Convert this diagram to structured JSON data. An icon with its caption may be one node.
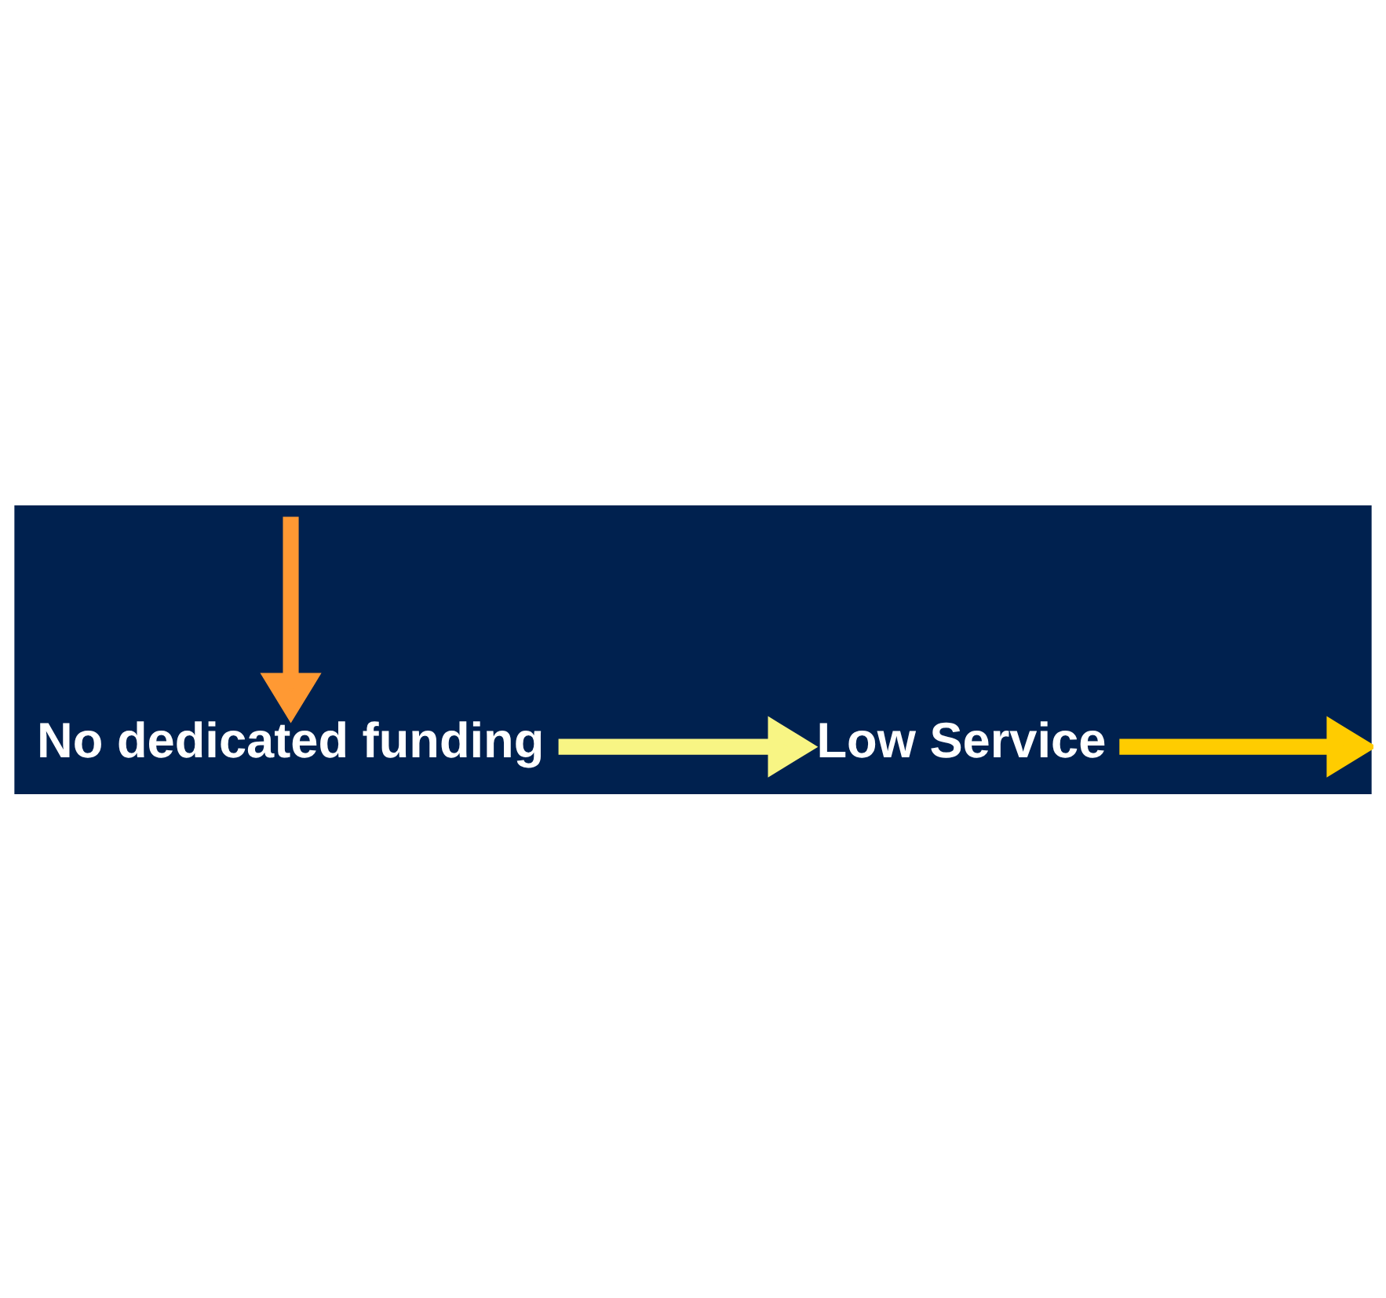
{
  "diagram": {
    "nodes": [
      {
        "text": [
          "No dedicated funding"
        ]
      },
      {
        "text": [
          "Low Service"
        ]
      }
    ],
    "edges": [
      {
        "from": 0,
        "to": 1,
        "arrow": "to",
        "color": "#f8f584"
      },
      {
        "from": 1,
        "to": null,
        "arrow": "to",
        "color": "#ffcc00"
      },
      {
        "from": null,
        "to": 0,
        "arrow": "to",
        "color": "#ff9933"
      }
    ]
  }
}
